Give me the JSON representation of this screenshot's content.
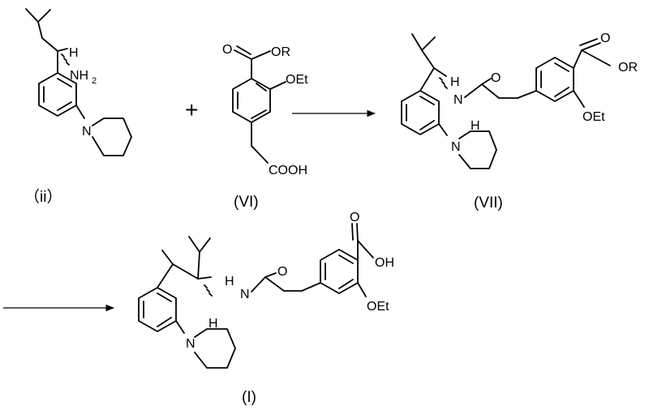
{
  "reactant_amine": {
    "label": "（ii）",
    "atoms": {
      "h": "H",
      "nh2": "NH",
      "nh2_sub": "2",
      "n_pip": "N"
    }
  },
  "plus_sign": "+",
  "reactant_acid": {
    "label": "(VI)",
    "atoms": {
      "o_carbonyl": "O",
      "or": "OR",
      "oet": "OEt",
      "cooh": "COOH"
    }
  },
  "intermediate_ester": {
    "label": "(VII)",
    "atoms": {
      "h": "H",
      "o_amide": "O",
      "nh": "N",
      "nh_h": "H",
      "n_pip": "N",
      "o_carbonyl": "O",
      "or": "OR",
      "oet": "OEt"
    }
  },
  "product_acid": {
    "label": "(I)",
    "atoms": {
      "h": "H",
      "o_amide": "O",
      "nh": "N",
      "nh_h": "H",
      "n_pip": "N",
      "o_carbonyl": "O",
      "oh": "OH",
      "oet": "OEt"
    }
  },
  "colors": {
    "ink": "#000000",
    "background": "#ffffff"
  }
}
